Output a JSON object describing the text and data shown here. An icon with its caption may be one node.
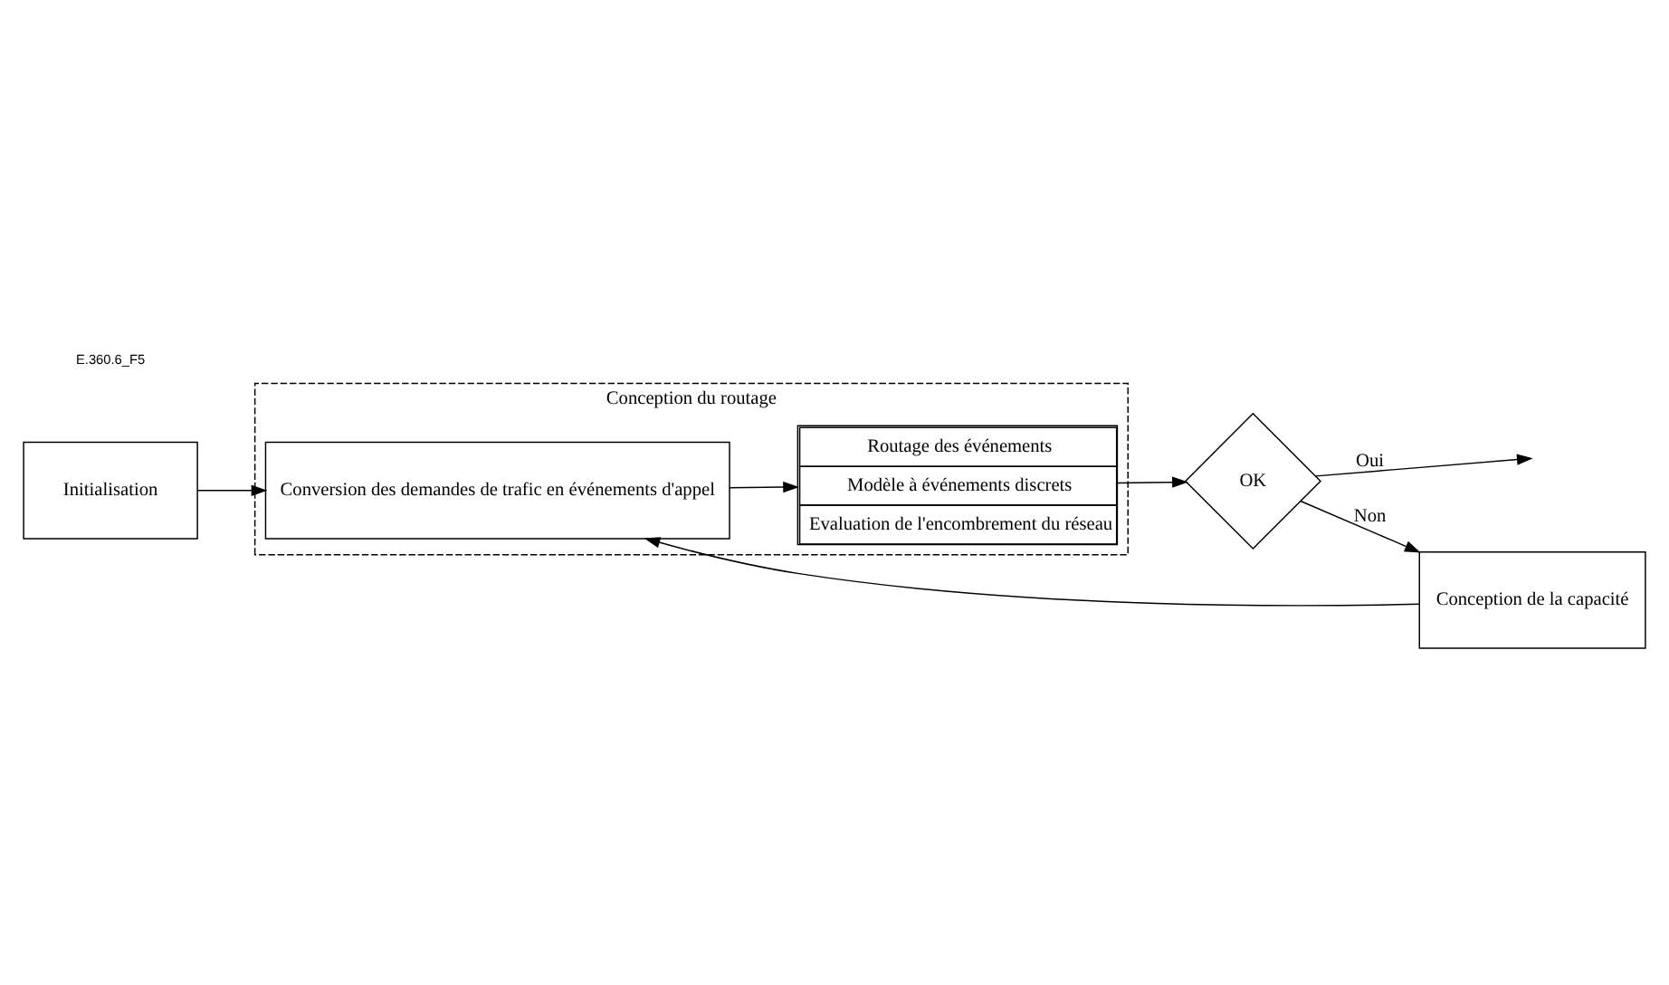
{
  "diagram": {
    "nodes": [
      {
        "text": [
          "Conception du routage"
        ]
      },
      {
        "text": [
          "Initialisation"
        ]
      },
      {
        "text": [
          "Conversion des demandes de trafic en événements d'appel"
        ],
        "in": 0
      },
      {
        "text": [
          "Routage des événements",
          "Modèle à événements discrets",
          "Evaluation de l'encombrement du réseau"
        ],
        "in": 0
      },
      {
        "text": [
          "OK"
        ]
      },
      {
        "text": [
          "Conception de la capacité"
        ]
      }
    ],
    "edges": [
      {
        "from": 1,
        "to": 2,
        "arrow": "to"
      },
      {
        "from": 2,
        "to": 3,
        "arrow": "to"
      },
      {
        "from": 3,
        "to": 4,
        "arrow": "to"
      },
      {
        "from": 4,
        "to": 5,
        "label": "Non",
        "arrow": "to"
      },
      {
        "from": 4,
        "to": null,
        "label": "Oui",
        "arrow": "to"
      },
      {
        "from": 5,
        "to": 2,
        "arrow": "to"
      }
    ],
    "labels": [
      "E.360.6_F5"
    ]
  }
}
